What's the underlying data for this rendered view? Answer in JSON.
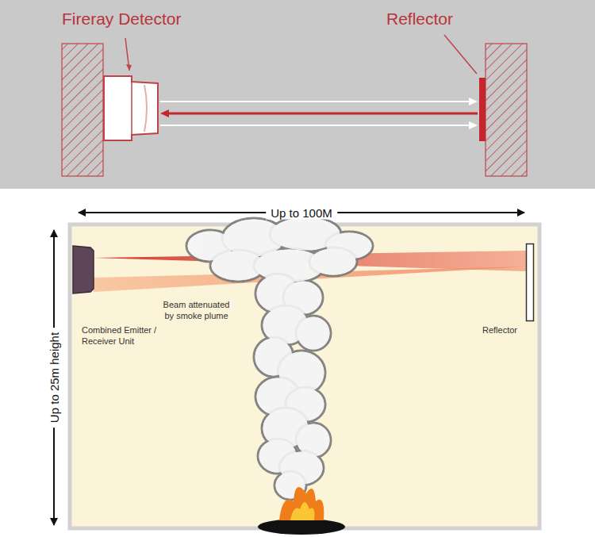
{
  "diagram": {
    "nodes": [
      {
        "text": [
          "Fireray Detector"
        ]
      },
      {
        "text": [
          "Reflector"
        ]
      },
      {
        "text": [
          "Combined Emitter / Receiver Unit"
        ]
      },
      {
        "text": [
          "Reflector"
        ]
      }
    ],
    "edges": [
      {
        "from": 0,
        "to": 1,
        "arrow": "to"
      },
      {
        "from": 1,
        "to": 0,
        "arrow": "to"
      },
      {
        "from": 0,
        "to": 1,
        "arrow": "to"
      },
      {
        "from": 2,
        "to": 3,
        "arrow": "none"
      },
      {
        "from": 3,
        "to": 2,
        "arrow": "none"
      }
    ],
    "labels": [
      "Up to 100M",
      "Up to 25m height",
      "Beam attenuated by smoke plume"
    ]
  }
}
